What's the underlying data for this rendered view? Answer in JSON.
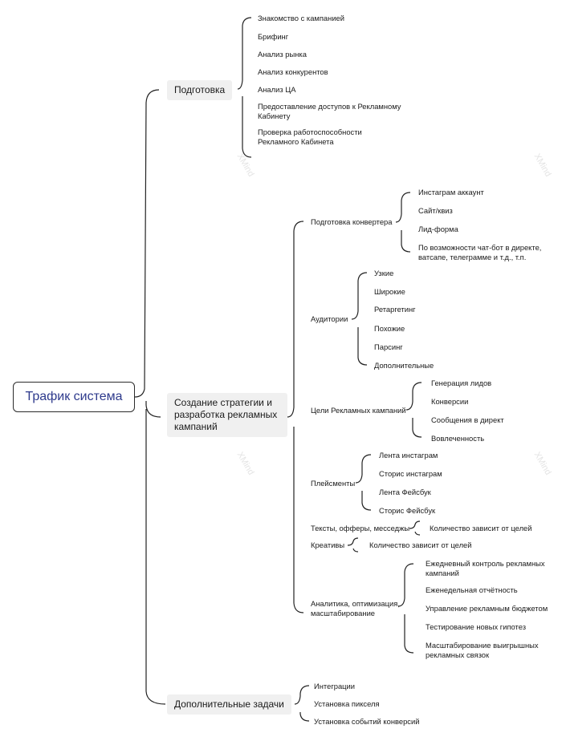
{
  "root": "Трафик система",
  "branches": [
    {
      "label": "Подготовка",
      "items": [
        "Знакомство с кампанией",
        "Брифинг",
        "Анализ рынка",
        "Анализ конкурентов",
        "Анализ ЦА",
        "Предоставление доступов к Рекламному Кабинету",
        "Проверка работоспособности Рекламного Кабинета"
      ]
    },
    {
      "label": "Создание стратегии и разработка рекламных кампаний",
      "groups": [
        {
          "label": "Подготовка конвертера",
          "items": [
            "Инстаграм аккаунт",
            "Сайт/квиз",
            "Лид-форма",
            "По возможности чат-бот в директе, ватсапе, телеграмме и т.д., т.п."
          ]
        },
        {
          "label": "Аудитории",
          "items": [
            "Узкие",
            "Широкие",
            "Ретаргетинг",
            "Похожие",
            "Парсинг",
            "Дополнительные"
          ]
        },
        {
          "label": "Цели Рекламных кампаний",
          "items": [
            "Генерация лидов",
            "Конверсии",
            "Сообщения в директ",
            "Вовлеченность"
          ]
        },
        {
          "label": "Плейсменты",
          "items": [
            "Лента инстаграм",
            "Сторис инстаграм",
            "Лента Фейсбук",
            "Сторис Фейсбук"
          ]
        },
        {
          "label": "Тексты, офферы, месседжы",
          "items": [
            "Количество зависит от целей"
          ]
        },
        {
          "label": "Креативы",
          "items": [
            "Количество зависит от целей"
          ]
        },
        {
          "label": "Аналитика, оптимизация, масштабирование",
          "items": [
            "Ежедневный контроль рекламных кампаний",
            "Еженедельная отчётность",
            "Управление рекламным бюджетом",
            "Тестирование новых гипотез",
            "Масштабирование выигрышных рекламных связок"
          ]
        }
      ]
    },
    {
      "label": "Дополнительные задачи",
      "items": [
        "Интеграции",
        "Установка пикселя",
        "Установка событий конверсий"
      ]
    }
  ],
  "watermark": "XMind"
}
